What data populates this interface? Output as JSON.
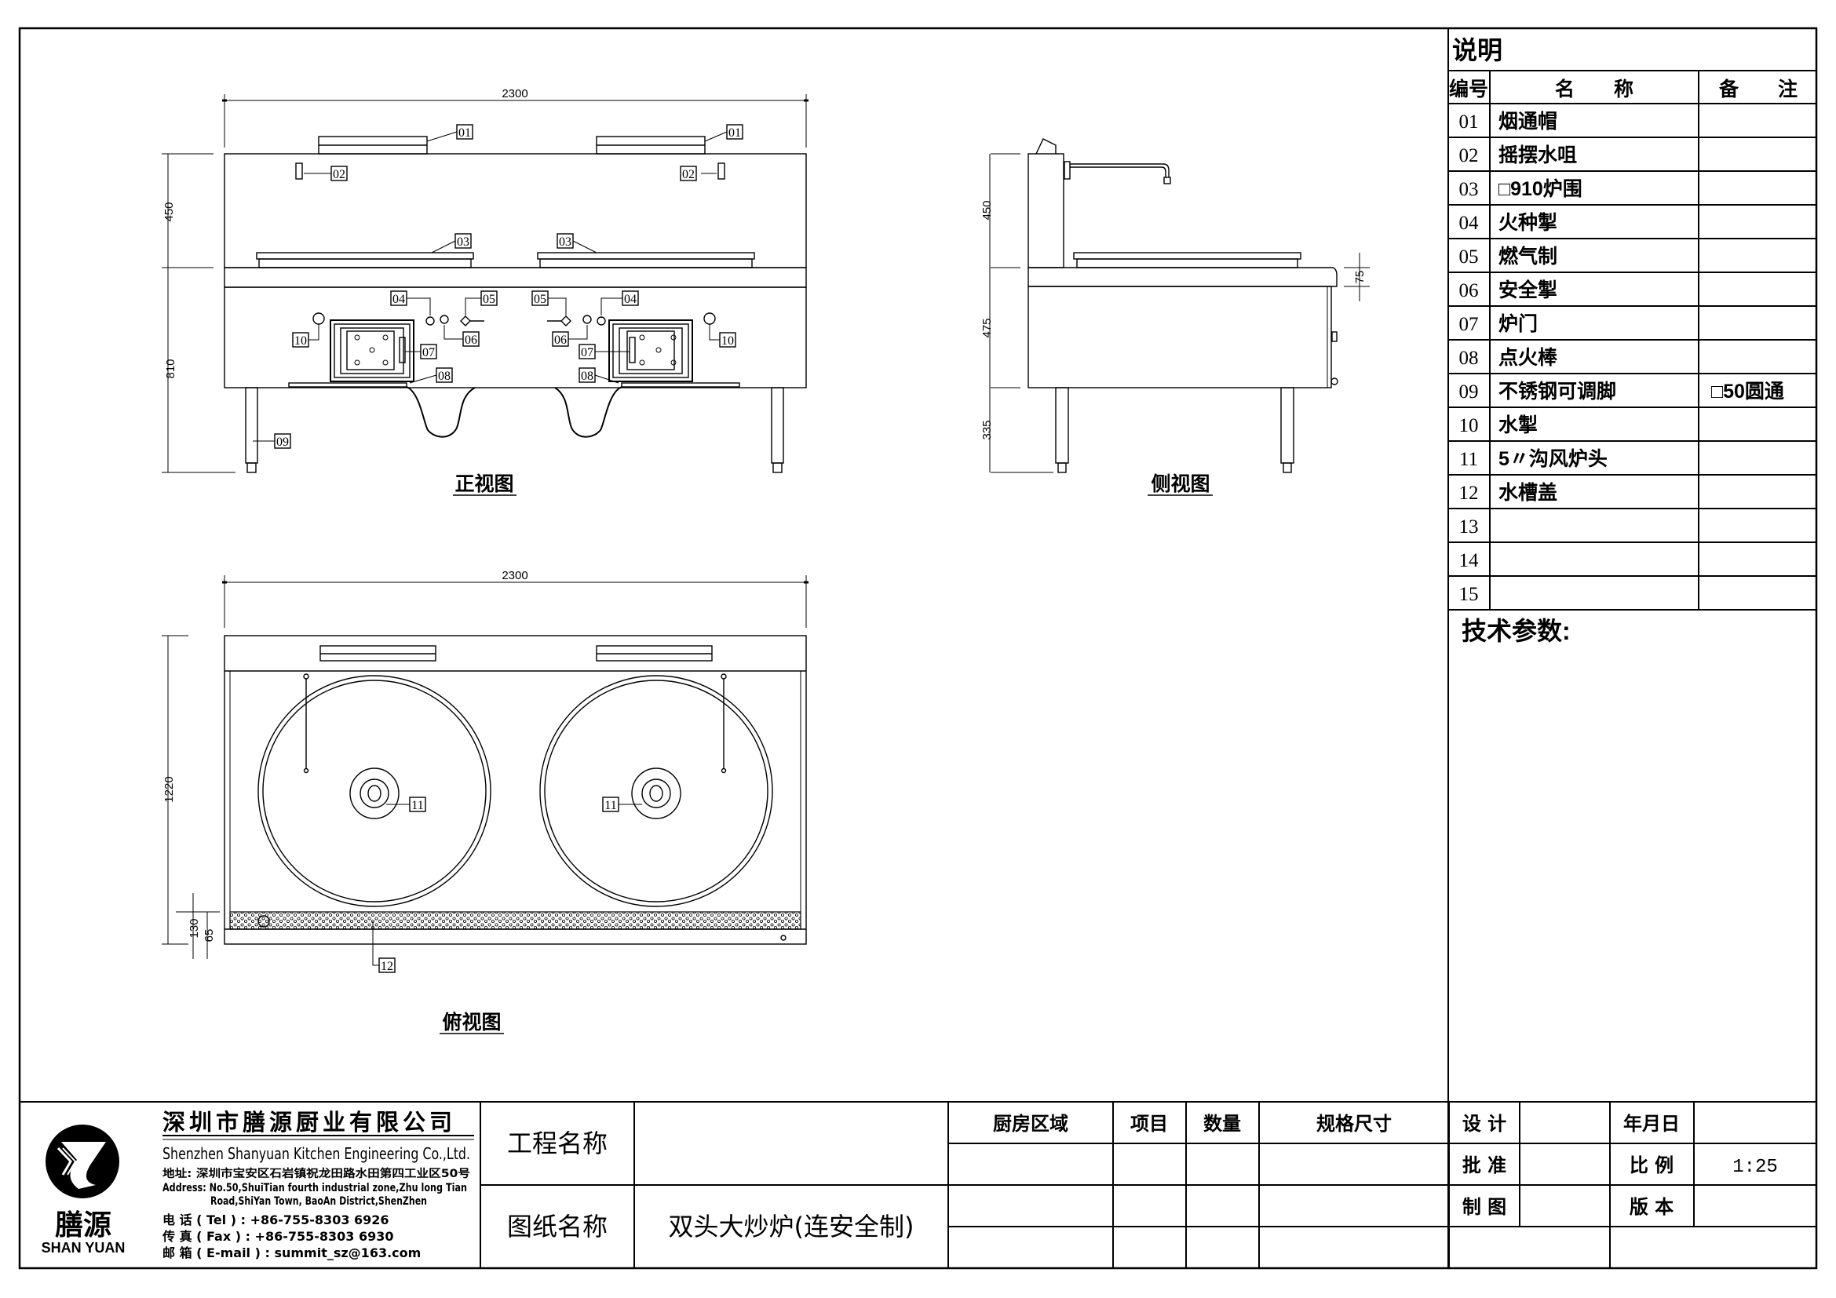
{
  "drawing": {
    "views": {
      "front": {
        "title": "正视图",
        "dims": {
          "width": "2300",
          "upper_height": "450",
          "lower_height": "810"
        },
        "tags": [
          "01",
          "01",
          "02",
          "02",
          "03",
          "03",
          "04",
          "04",
          "05",
          "05",
          "06",
          "06",
          "07",
          "07",
          "08",
          "08",
          "09",
          "10",
          "10"
        ]
      },
      "side": {
        "title": "侧视图",
        "dims": {
          "upper_height": "450",
          "body_height": "475",
          "leg_height": "335",
          "rim_height": "75"
        }
      },
      "top": {
        "title": "俯视图",
        "dims": {
          "width": "2300",
          "depth": "1220",
          "trough": "130",
          "trough_lip": "65"
        },
        "tags": [
          "11",
          "11",
          "12"
        ]
      }
    }
  },
  "bom": {
    "title": "说明",
    "headers": {
      "number": "编号",
      "name": "名　　称",
      "remark": "备　　注"
    },
    "rows": [
      {
        "no": "01",
        "name": "烟通帽",
        "remark": ""
      },
      {
        "no": "02",
        "name": "摇摆水咀",
        "remark": ""
      },
      {
        "no": "03",
        "name": "□910炉围",
        "remark": ""
      },
      {
        "no": "04",
        "name": "火种掣",
        "remark": ""
      },
      {
        "no": "05",
        "name": "燃气制",
        "remark": ""
      },
      {
        "no": "06",
        "name": "安全掣",
        "remark": ""
      },
      {
        "no": "07",
        "name": "炉门",
        "remark": ""
      },
      {
        "no": "08",
        "name": "点火棒",
        "remark": ""
      },
      {
        "no": "09",
        "name": "不锈钢可调脚",
        "remark": "□50圆通"
      },
      {
        "no": "10",
        "name": "水掣",
        "remark": ""
      },
      {
        "no": "11",
        "name": "5〃沟风炉头",
        "remark": ""
      },
      {
        "no": "12",
        "name": "水槽盖",
        "remark": ""
      },
      {
        "no": "13",
        "name": "",
        "remark": ""
      },
      {
        "no": "14",
        "name": "",
        "remark": ""
      },
      {
        "no": "15",
        "name": "",
        "remark": ""
      }
    ],
    "tech_params_label": "技术参数:"
  },
  "company": {
    "logo_text_cn": "膳源",
    "logo_text_en": "SHAN YUAN",
    "name_cn": "深圳市膳源厨业有限公司",
    "name_en": "Shenzhen Shanyuan Kitchen Engineering Co.,Ltd.",
    "address_cn": "地址: 深圳市宝安区石岩镇祝龙田路水田第四工业区50号",
    "address_en_1": "Address: No.50,ShuiTian fourth industrial zone,Zhu long Tian",
    "address_en_2": "Road,ShiYan Town, BaoAn District,ShenZhen",
    "tel": "电 话 ( Tel ) : +86-755-8303 6926",
    "fax": "传 真 ( Fax ) : +86-755-8303 6930",
    "email": "邮 箱 ( E-mail ) : summit_sz@163.com"
  },
  "title_block": {
    "project_label": "工程名称",
    "project_value": "",
    "drawing_label": "图纸名称",
    "drawing_value": "双头大炒炉(连安全制)",
    "columns": {
      "area": "厨房区域",
      "item": "项目",
      "qty": "数量",
      "spec": "规格尺寸"
    },
    "design_label": "设 计",
    "approve_label": "批 准",
    "draft_label": "制 图",
    "date_label": "年月日",
    "scale_label": "比 例",
    "scale_value": "1:25",
    "version_label": "版 本",
    "design_value": "",
    "approve_value": "",
    "draft_value": "",
    "date_value": "",
    "version_value": ""
  }
}
